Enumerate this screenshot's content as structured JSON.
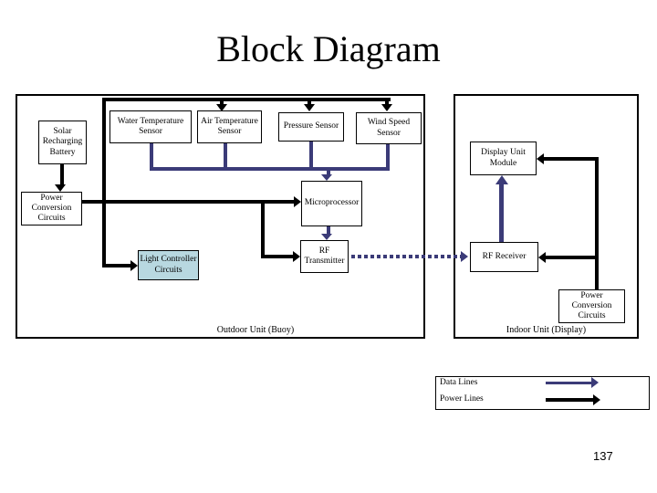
{
  "title": "Block Diagram",
  "page_number": "137",
  "colors": {
    "data_line": "#3b3b78",
    "power_line": "#000000",
    "light_fill": "#b8d8e0"
  },
  "outdoor_unit": {
    "label": "Outdoor Unit (Buoy)",
    "solar_battery": "Solar Recharging Battery",
    "power_conversion": "Power Conversion Circuits",
    "water_temp": "Water Temperature Sensor",
    "air_temp": "Air Temperature Sensor",
    "pressure": "Pressure Sensor",
    "wind_speed": "Wind Speed Sensor",
    "microprocessor": "Microprocessor",
    "rf_transmitter": "RF Transmitter",
    "light_controller": "Light Controller Circuits"
  },
  "indoor_unit": {
    "label": "Indoor Unit (Display)",
    "display_unit": "Display Unit Module",
    "rf_receiver": "RF Receiver",
    "power_conversion": "Power Conversion Circuits"
  },
  "legend": {
    "data_lines": "Data Lines",
    "power_lines": "Power Lines"
  }
}
